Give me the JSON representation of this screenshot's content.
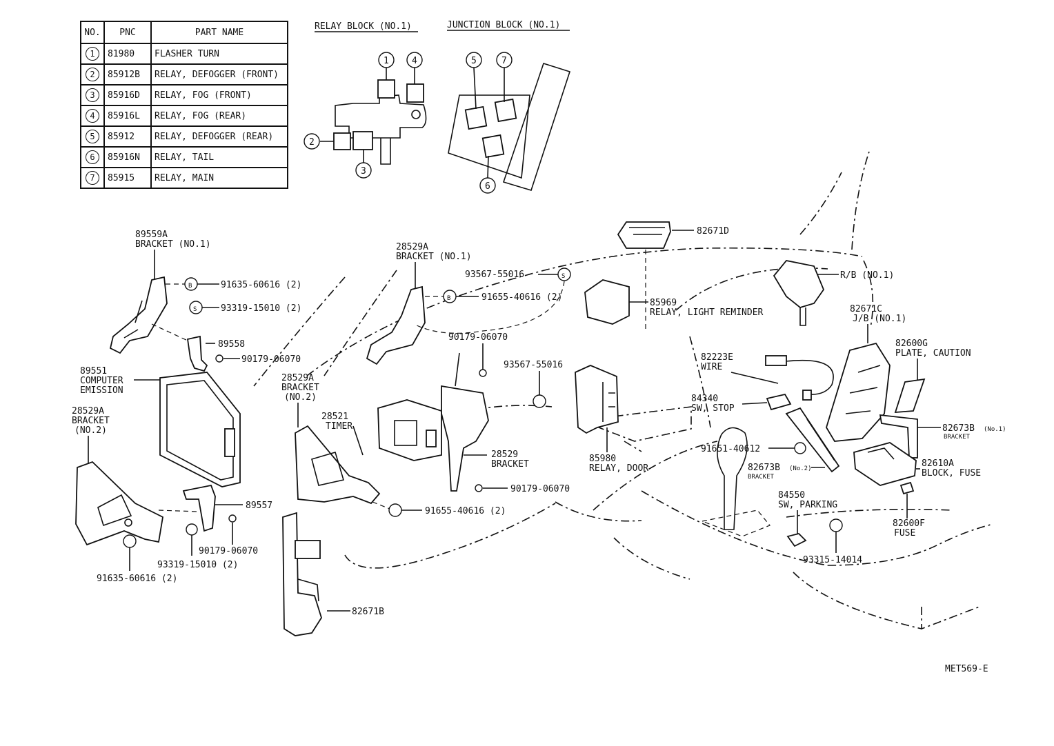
{
  "table": {
    "headers": [
      "NO.",
      "PNC",
      "PART NAME"
    ],
    "rows": [
      {
        "no": "1",
        "pnc": "81980",
        "name": "FLASHER TURN"
      },
      {
        "no": "2",
        "pnc": "85912B",
        "name": "RELAY, DEFOGGER (FRONT)"
      },
      {
        "no": "3",
        "pnc": "85916D",
        "name": "RELAY, FOG (FRONT)"
      },
      {
        "no": "4",
        "pnc": "85916L",
        "name": "RELAY, FOG (REAR)"
      },
      {
        "no": "5",
        "pnc": "85912",
        "name": "RELAY, DEFOGGER (REAR)"
      },
      {
        "no": "6",
        "pnc": "85916N",
        "name": "RELAY, TAIL"
      },
      {
        "no": "7",
        "pnc": "85915",
        "name": "RELAY, MAIN"
      }
    ]
  },
  "relay_block": {
    "title": "RELAY BLOCK (NO.1)",
    "markers": [
      "1",
      "2",
      "3",
      "4"
    ]
  },
  "junction_block": {
    "title": "JUNCTION BLOCK (NO.1)",
    "markers": [
      "5",
      "6",
      "7"
    ]
  },
  "callouts": {
    "c89559a": {
      "code": "89559A",
      "desc": "BRACKET (NO.1)"
    },
    "c91635_top": {
      "code": "91635-60616 (2)",
      "sym": "B"
    },
    "c93319_top": {
      "code": "93319-15010 (2)",
      "sym": "S"
    },
    "c89558": {
      "code": "89558"
    },
    "c90179_a": {
      "code": "90179-06070"
    },
    "c89551": {
      "l1": "89551",
      "l2": "COMPUTER",
      "l3": "EMISSION"
    },
    "c28529a_left": {
      "l1": "28529A",
      "l2": "BRACKET",
      "l3": "(NO.2)"
    },
    "c89557": {
      "code": "89557"
    },
    "c90179_b": {
      "code": "90179-06070"
    },
    "c93319_bottom": {
      "code": "93319-15010 (2)"
    },
    "c91635_bottom": {
      "code": "91635-60616 (2)"
    },
    "c28529a_top": {
      "code": "28529A",
      "desc": "BRACKET (NO.1)"
    },
    "c91655_top": {
      "code": "91655-40616 (2)",
      "sym": "B"
    },
    "c93567_top": {
      "code": "93567-55016",
      "sym": "S"
    },
    "c90179_c": {
      "code": "90179-06070"
    },
    "c28529a_mid": {
      "l1": "28529A",
      "l2": "BRACKET",
      "l3": "(NO.2)"
    },
    "c28521": {
      "l1": "28521",
      "l2": "TIMER"
    },
    "c28529": {
      "l1": "28529",
      "l2": "BRACKET"
    },
    "c90179_d": {
      "code": "90179-06070"
    },
    "c91655_bottom": {
      "code": "91655-40616 (2)"
    },
    "c82671b": {
      "code": "82671B"
    },
    "c82671d": {
      "code": "82671D"
    },
    "c85969": {
      "code": "85969",
      "desc": "RELAY, LIGHT REMINDER"
    },
    "c93567_mid": {
      "code": "93567-55016"
    },
    "c85980": {
      "code": "85980",
      "desc": "RELAY, DOOR"
    },
    "c82223e": {
      "code": "82223E",
      "desc": "WIRE"
    },
    "c84340": {
      "code": "84340",
      "desc": "SW, STOP"
    },
    "c91651": {
      "code": "91651-40612"
    },
    "c82673b_no2": {
      "code": "82673B",
      "note": "(No.2)",
      "desc": "BRACKET"
    },
    "c84550": {
      "code": "84550",
      "desc": "SW, PARKING"
    },
    "c93315": {
      "code": "93315-14014"
    },
    "c_rb": {
      "code": "R/B (NO.1)"
    },
    "c82671c": {
      "code": "82671C",
      "desc": "J/B (NO.1)"
    },
    "c82600g": {
      "code": "82600G",
      "desc": "PLATE, CAUTION"
    },
    "c82673b_no1": {
      "code": "82673B",
      "note": "(No.1)",
      "desc": "BRACKET"
    },
    "c82610a": {
      "code": "82610A",
      "desc": "BLOCK, FUSE"
    },
    "c82600f": {
      "code": "82600F",
      "desc": "FUSE"
    }
  },
  "footer": {
    "code": "MET569-E"
  }
}
